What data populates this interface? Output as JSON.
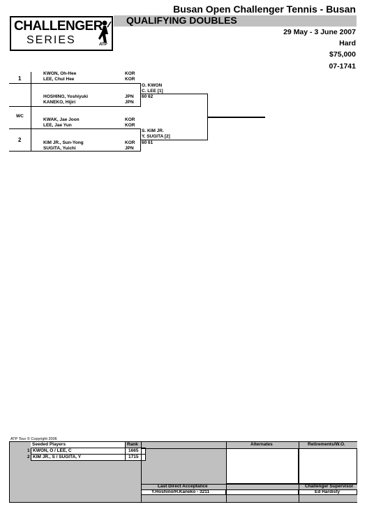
{
  "header": {
    "title": "Busan Open Challenger Tennis - Busan",
    "event": "QUALIFYING DOUBLES",
    "dates": "29 May - 3 June 2007",
    "surface": "Hard",
    "prize": "$75,000",
    "code": "07-1741"
  },
  "logo": {
    "line1": "CHALLENGER",
    "line2": "SERIES",
    "mark": "ATP"
  },
  "draw": {
    "seed1": "1",
    "wc": "WC",
    "seed2": "2",
    "r1": [
      {
        "p1": "KWON, Oh-Hee",
        "c1": "KOR",
        "p2": "LEE, Chul Hee",
        "c2": "KOR"
      },
      {
        "p1": "HOSHINO, Yoshiyuki",
        "c1": "JPN",
        "p2": "KANEKO, Hijiri",
        "c2": "JPN"
      },
      {
        "p1": "KWAK, Jae Joon",
        "c1": "KOR",
        "p2": "LEE, Jae Yun",
        "c2": "KOR"
      },
      {
        "p1": "KIM JR., Sun-Yong",
        "c1": "KOR",
        "p2": "SUGITA, Yuichi",
        "c2": "JPN"
      }
    ],
    "r2": [
      {
        "l1": "O. KWON",
        "l2": "C. LEE [1]",
        "score": "60 62"
      },
      {
        "l1": "S. KIM JR.",
        "l2": "Y. SUGITA [2]",
        "score": "60 61"
      }
    ]
  },
  "footer": {
    "copyright": "ATP Tour © Copyright 2006",
    "seeded_header": "Seeded Players",
    "rank_header": "Rank",
    "alternates_header": "Alternates",
    "retirements_header": "Retirements/W.O.",
    "seeds": [
      {
        "num": "1",
        "name": "KWON, O / LEE, C",
        "rank": "1665"
      },
      {
        "num": "2",
        "name": "KIM JR., S / SUGITA, Y",
        "rank": "1715"
      }
    ],
    "lda_label": "Last Direct Acceptance",
    "lda_value": "Y.Hoshino/H.Kaneko - 3211",
    "supervisor_label": "Challenger Supervisor",
    "supervisor_value": "Ed Hardisty"
  }
}
